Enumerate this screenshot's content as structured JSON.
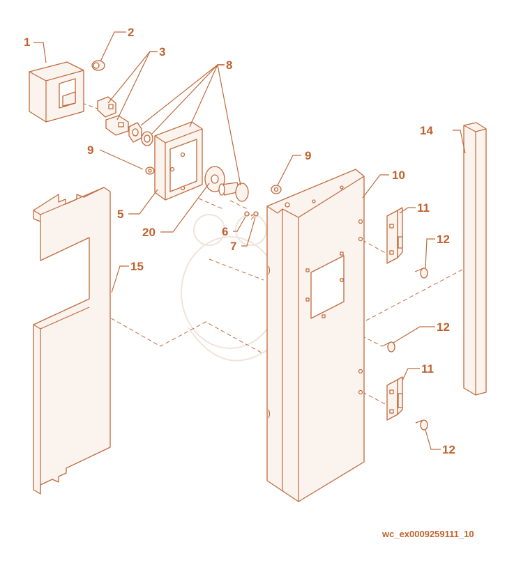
{
  "diagram": {
    "callouts": {
      "c1": "1",
      "c2": "2",
      "c3": "3",
      "c5": "5",
      "c6": "6",
      "c7": "7",
      "c8": "8",
      "c9a": "9",
      "c9b": "9",
      "c10": "10",
      "c11a": "11",
      "c11b": "11",
      "c12a": "12",
      "c12b": "12",
      "c12c": "12",
      "c14": "14",
      "c15": "15",
      "c20": "20"
    },
    "reference_code": "wc_ex0009259111_10",
    "colors": {
      "line": "#c06a3c",
      "text": "#c0622e",
      "fill": "#fbf3ee"
    }
  }
}
